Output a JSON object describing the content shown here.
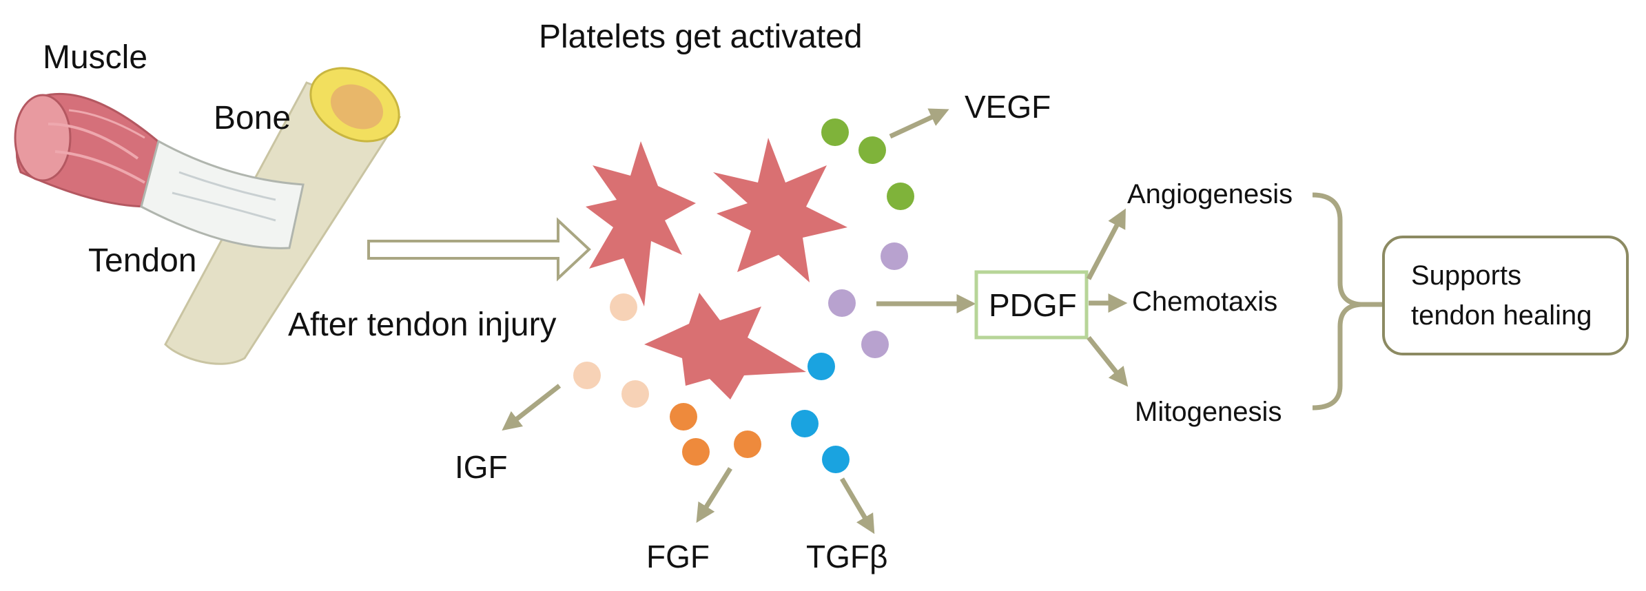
{
  "title": "Platelets get activated",
  "anatomy": {
    "muscle": "Muscle",
    "bone": "Bone",
    "tendon": "Tendon"
  },
  "injury_label": "After tendon injury",
  "growth_factors": {
    "vegf": "VEGF",
    "igf": "IGF",
    "fgf": "FGF",
    "tgfb": "TGFβ",
    "pdgf": "PDGF"
  },
  "effects": {
    "angiogenesis": "Angiogenesis",
    "chemotaxis": "Chemotaxis",
    "mitogenesis": "Mitogenesis"
  },
  "outcome": {
    "line1": "Supports",
    "line2": "tendon healing"
  },
  "colors": {
    "arrow": "#a9a682",
    "platelet": "#d97072",
    "vegf_dot": "#7fb33a",
    "pdgf_dot": "#b8a2cf",
    "tgfb_dot": "#1aa3e0",
    "fgf_dot": "#ee8a3c",
    "igf_dot": "#f7d2b6",
    "pdgf_box": "#b7d598",
    "outcome_box": "#8c8a62",
    "bone": "#e4e0c6",
    "bone_end": "#f2df5e",
    "muscle": "#d5707a",
    "tendon": "#f2f4f2"
  }
}
